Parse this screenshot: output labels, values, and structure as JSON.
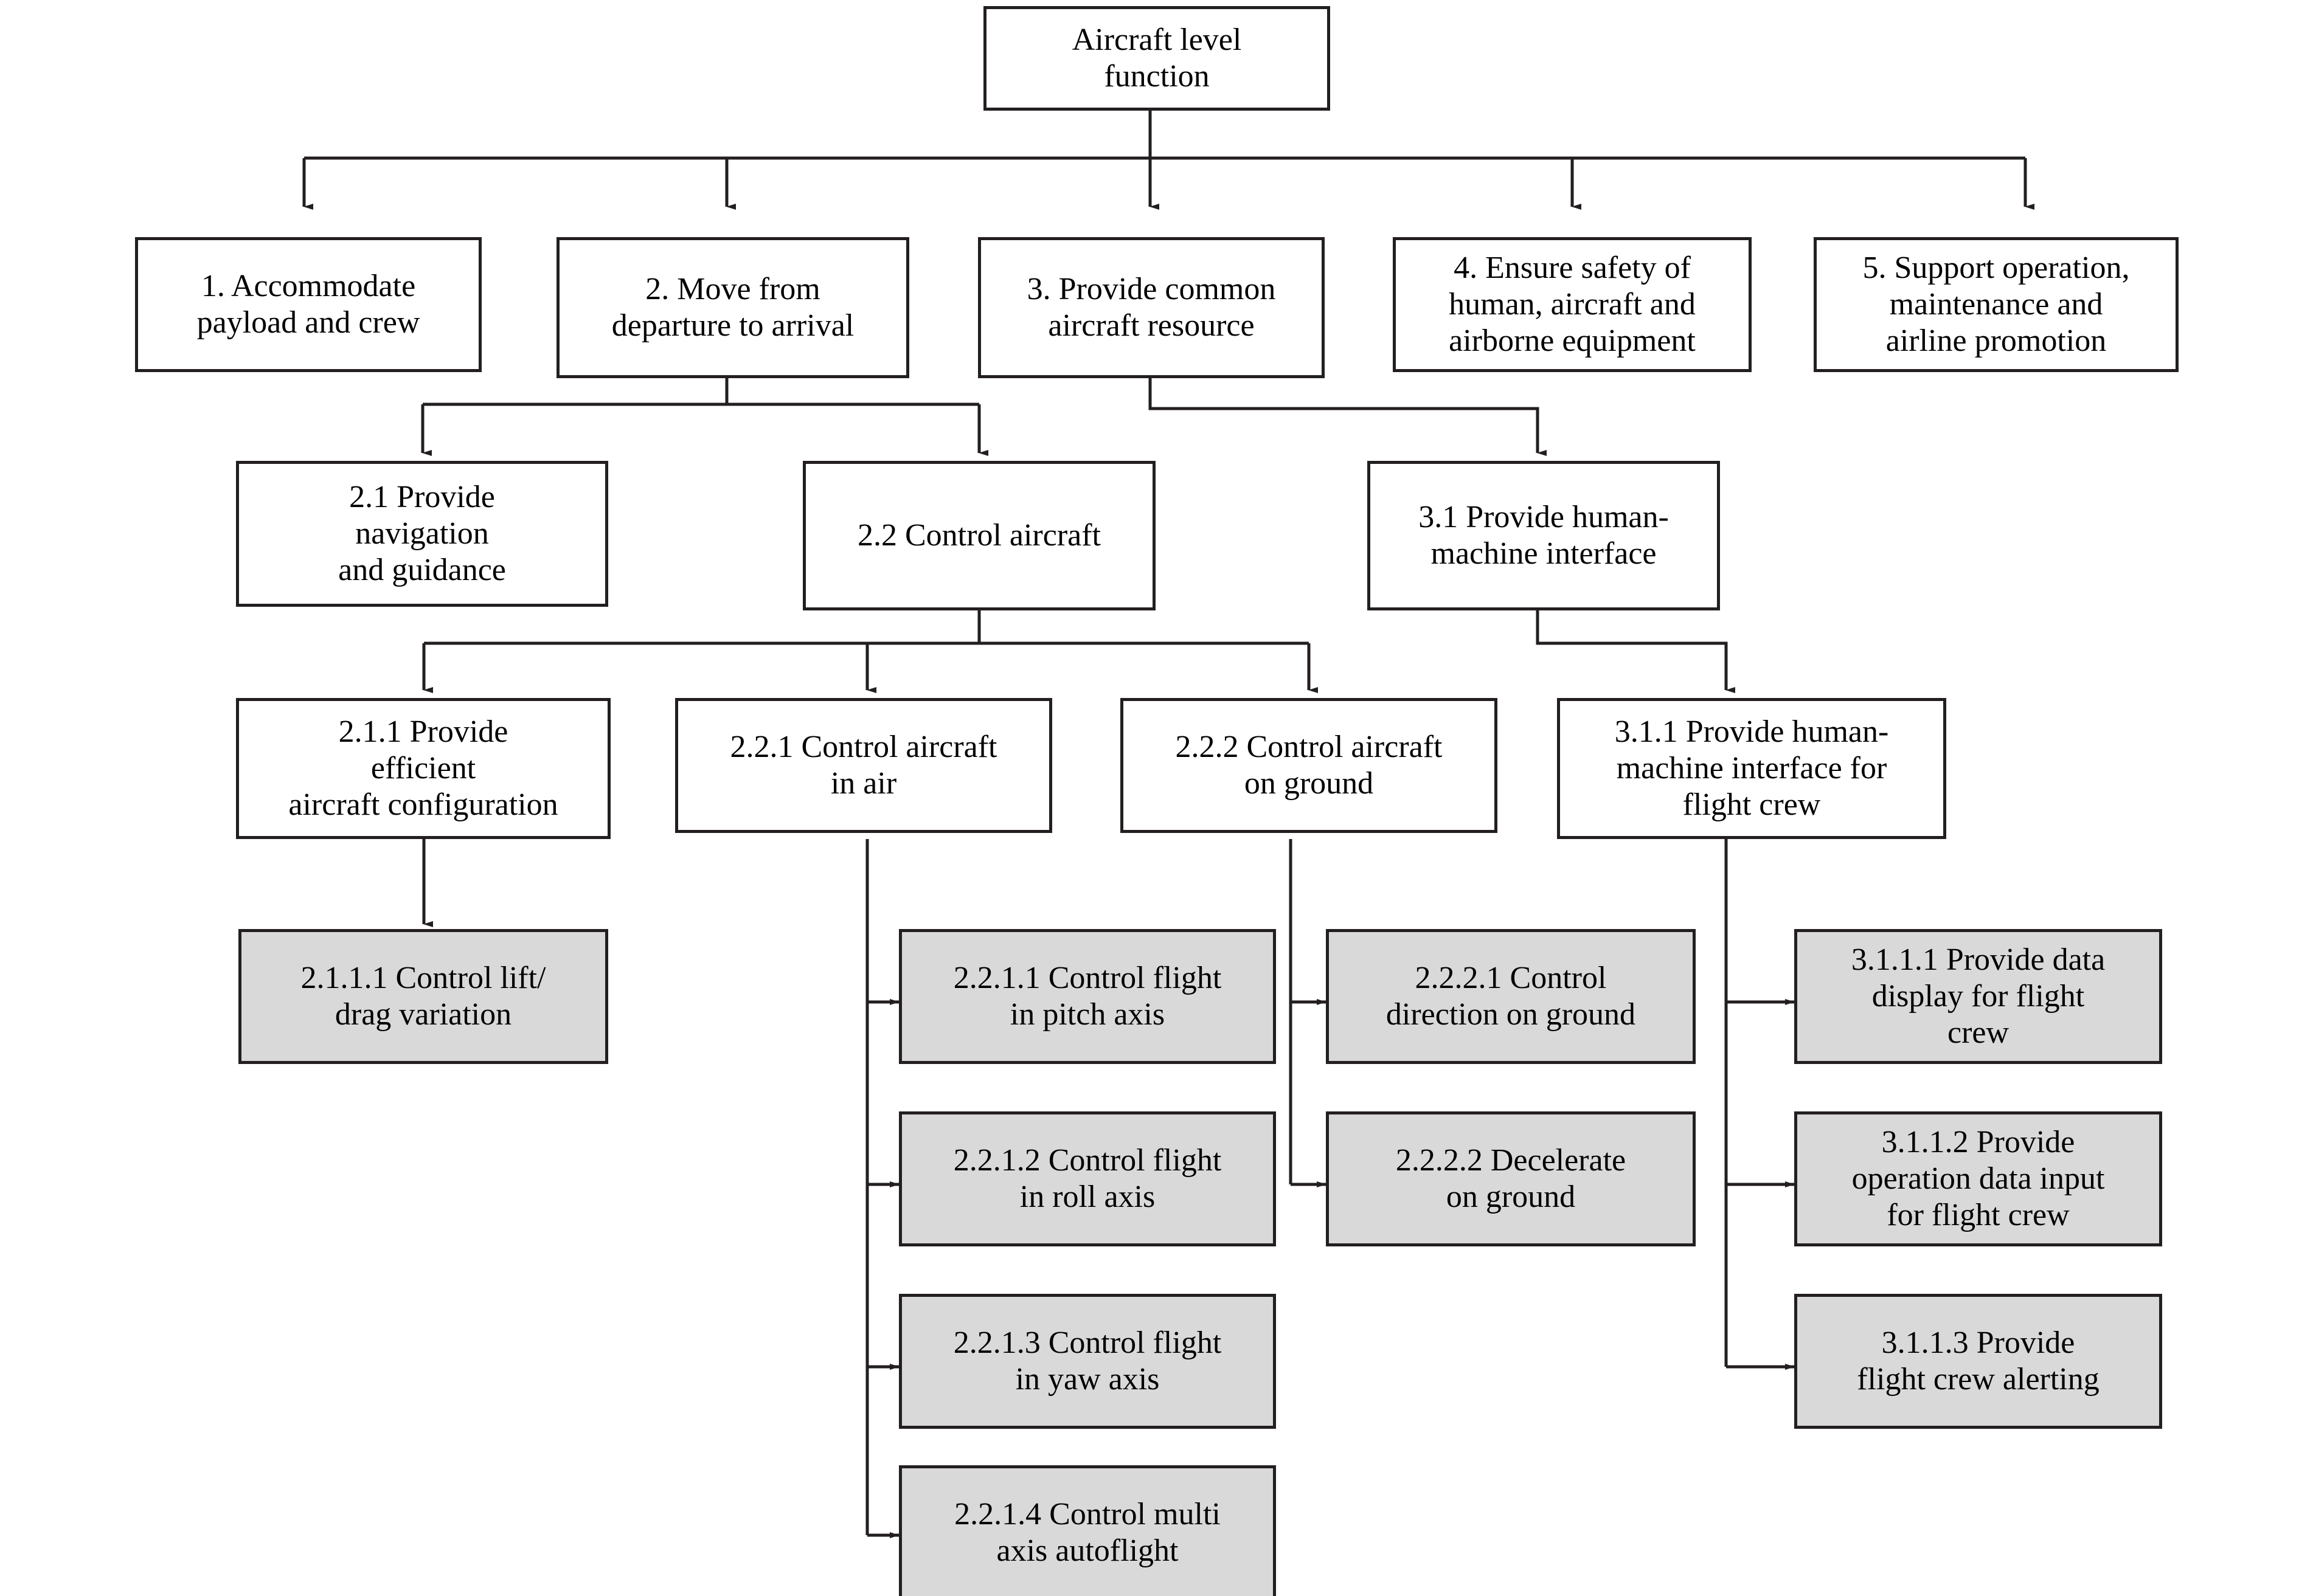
{
  "diagram": {
    "title": "Aircraft level function decomposition tree",
    "colors": {
      "box_fill_level": "#ffffff",
      "box_fill_leaf": "#d9d9d9",
      "stroke": "#231f20",
      "background": "#ffffff"
    }
  },
  "nodes": {
    "root": {
      "label": "Aircraft level\nfunction"
    },
    "n1": {
      "label": "1. Accommodate\npayload and crew"
    },
    "n2": {
      "label": "2. Move from\ndeparture to arrival"
    },
    "n3": {
      "label": "3. Provide common\naircraft resource"
    },
    "n4": {
      "label": "4. Ensure safety of\nhuman, aircraft and\nairborne equipment"
    },
    "n5": {
      "label": "5. Support operation,\nmaintenance and\nairline promotion"
    },
    "n21": {
      "label": "2.1 Provide\nnavigation\nand guidance"
    },
    "n22": {
      "label": "2.2 Control aircraft"
    },
    "n31": {
      "label": "3.1 Provide human-\nmachine interface"
    },
    "n211": {
      "label": "2.1.1 Provide\nefficient\naircraft configuration"
    },
    "n221": {
      "label": "2.2.1 Control aircraft\nin air"
    },
    "n222": {
      "label": "2.2.2 Control aircraft\non ground"
    },
    "n311": {
      "label": "3.1.1 Provide human-\nmachine interface for\nflight crew"
    },
    "n2111": {
      "label": "2.1.1.1 Control lift/\ndrag variation"
    },
    "n2211": {
      "label": "2.2.1.1 Control flight\nin pitch axis"
    },
    "n2212": {
      "label": "2.2.1.2 Control flight\nin roll axis"
    },
    "n2213": {
      "label": "2.2.1.3 Control flight\nin yaw axis"
    },
    "n2214": {
      "label": "2.2.1.4 Control multi\naxis autoflight"
    },
    "n2221": {
      "label": "2.2.2.1 Control\ndirection on ground"
    },
    "n2222": {
      "label": "2.2.2.2 Decelerate\non ground"
    },
    "n3111": {
      "label": "3.1.1.1 Provide data\ndisplay for flight\ncrew"
    },
    "n3112": {
      "label": "3.1.1.2 Provide\noperation data input\nfor flight crew"
    },
    "n3113": {
      "label": "3.1.1.3 Provide\nflight crew alerting"
    }
  }
}
